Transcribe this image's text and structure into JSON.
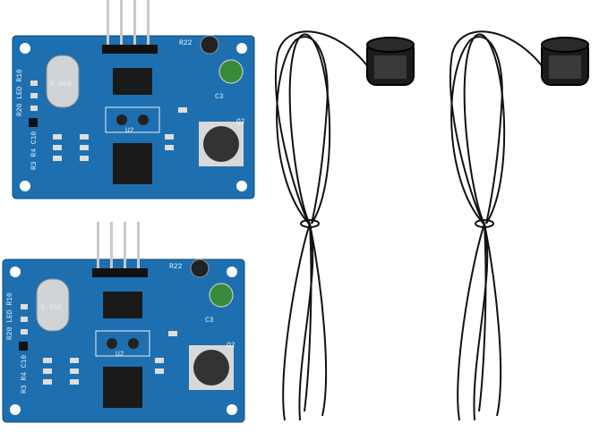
{
  "product": {
    "boards": [
      {
        "crystal_label": "8.000",
        "ic_label": "U2",
        "silk": [
          "R22",
          "C3",
          "Q2",
          "R20 LED R10",
          "R3 R4 C10"
        ]
      },
      {
        "crystal_label": "8.000",
        "ic_label": "U2",
        "silk": [
          "R22",
          "C3",
          "Q2",
          "R20 LED R10",
          "R3 R4 C10"
        ]
      }
    ]
  },
  "colors": {
    "pcb": "#1d6fb0",
    "pcb_dark": "#15548a",
    "cable": "#111111",
    "background": "#ffffff"
  }
}
